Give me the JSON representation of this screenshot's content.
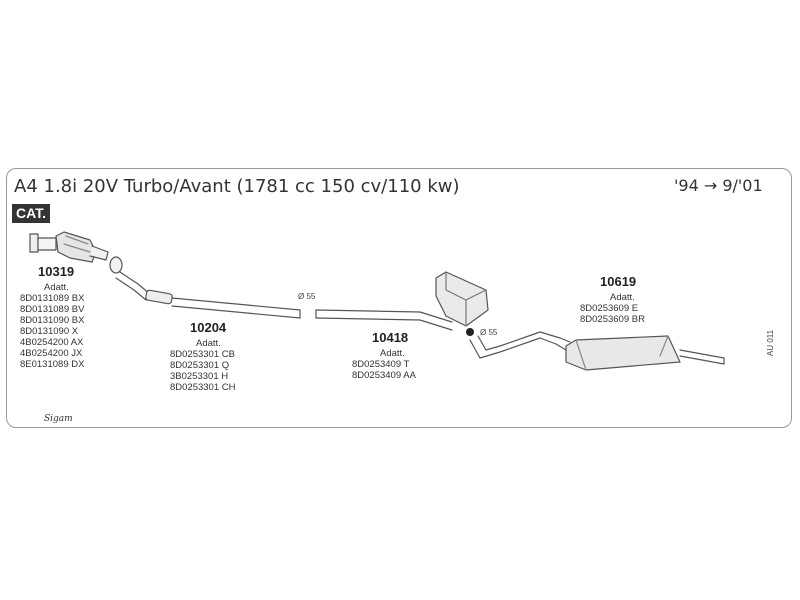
{
  "title": "A4 1.8i 20V Turbo/Avant (1781 cc 150 cv/110 kw)",
  "date_range": "'94 → 9/'01",
  "cat_badge": "CAT.",
  "parts": [
    {
      "ref": "10319",
      "label": "Adatt.",
      "codes": [
        "8D0131089 BX",
        "8D0131089 BV",
        "8D0131090 BX",
        "8D0131090 X",
        "4B0254200 AX",
        "4B0254200 JX",
        "8E0131089 DX"
      ]
    },
    {
      "ref": "10204",
      "label": "Adatt.",
      "codes": [
        "8D0253301 CB",
        "8D0253301 Q",
        "3B0253301 H",
        "8D0253301 CH"
      ]
    },
    {
      "ref": "10418",
      "label": "Adatt.",
      "codes": [
        "8D0253409 T",
        "8D0253409 AA"
      ]
    },
    {
      "ref": "10619",
      "label": "Adatt.",
      "codes": [
        "8D0253609 E",
        "8D0253609 BR"
      ]
    }
  ],
  "diameters": [
    "Ø 55",
    "Ø 55"
  ],
  "code_ref": "AU 011",
  "logo": "Sigam"
}
